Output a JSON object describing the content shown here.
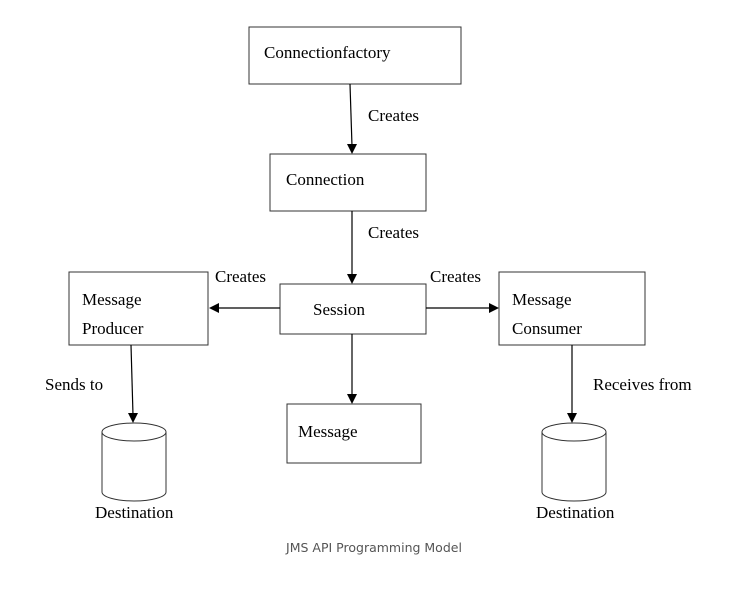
{
  "nodes": {
    "connection_factory": "Connectionfactory",
    "connection": "Connection",
    "session": "Session",
    "message_producer_line1": "Message",
    "message_producer_line2": "Producer",
    "message_consumer_line1": "Message",
    "message_consumer_line2": "Consumer",
    "message": "Message"
  },
  "edges": {
    "factory_to_connection": "Creates",
    "connection_to_session": "Creates",
    "session_to_producer": "Creates",
    "session_to_consumer": "Creates",
    "producer_to_destination": "Sends to",
    "destination_to_consumer": "Receives from"
  },
  "destinations": {
    "left": "Destination",
    "right": "Destination"
  },
  "caption": "JMS API Programming Model"
}
